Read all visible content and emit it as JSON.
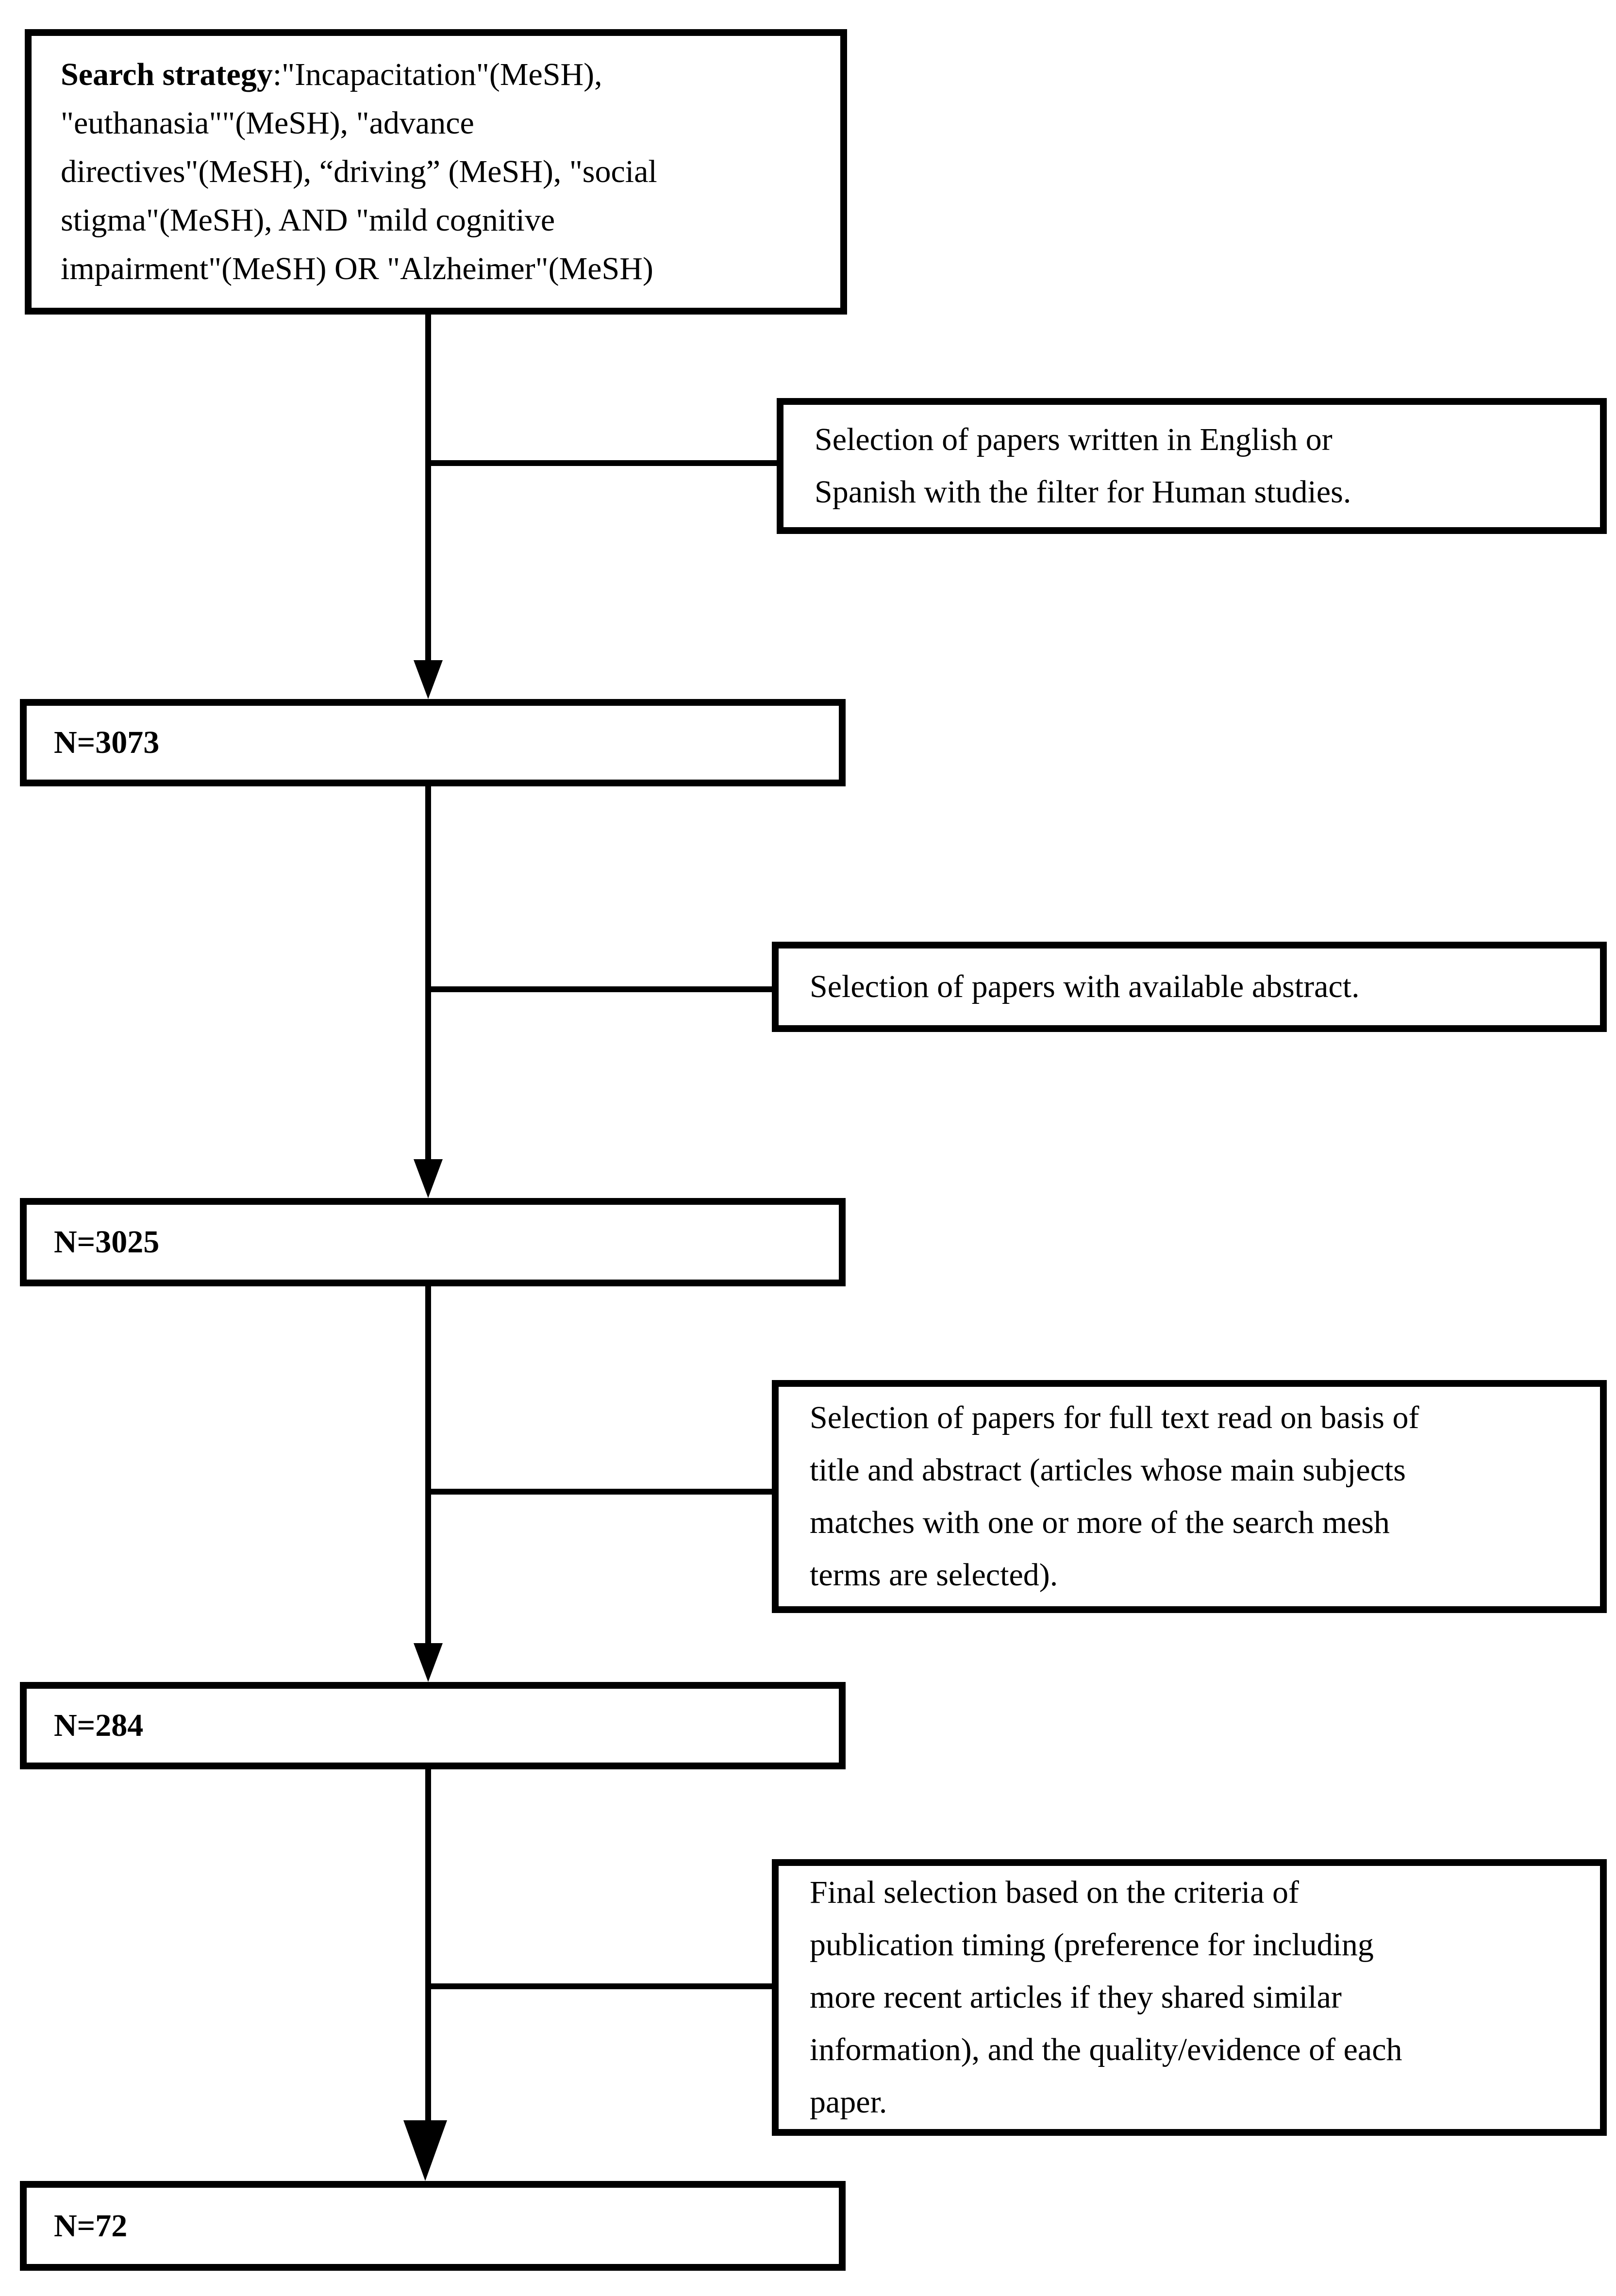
{
  "diagram": {
    "title_box": {
      "bold_label": "Search strategy",
      "text": ":\"Incapacitation\"(MeSH),\n\"euthanasia\"\"(MeSH), \"advance\ndirectives\"(MeSH), “driving” (MeSH), \"social\nstigma\"(MeSH), AND \"mild cognitive\nimpairment\"(MeSH) OR \"Alzheimer\"(MeSH)"
    },
    "side_boxes": [
      {
        "text": "Selection of papers written in English or\nSpanish with the filter for Human studies."
      },
      {
        "text": "Selection of papers with available abstract."
      },
      {
        "text": "Selection of papers for full text read on basis of\ntitle and abstract (articles whose main subjects\nmatches with one or more of the search mesh\nterms are selected)."
      },
      {
        "text": "Final selection based on the criteria of\npublication timing (preference for including\nmore recent articles if they shared similar\ninformation), and the quality/evidence of each\npaper."
      }
    ],
    "count_boxes": [
      {
        "label": "N=3073"
      },
      {
        "label": "N=3025"
      },
      {
        "label": "N=284"
      },
      {
        "label": "N=72"
      }
    ],
    "colors": {
      "line": "#000000",
      "box_background": "#ffffff"
    }
  }
}
